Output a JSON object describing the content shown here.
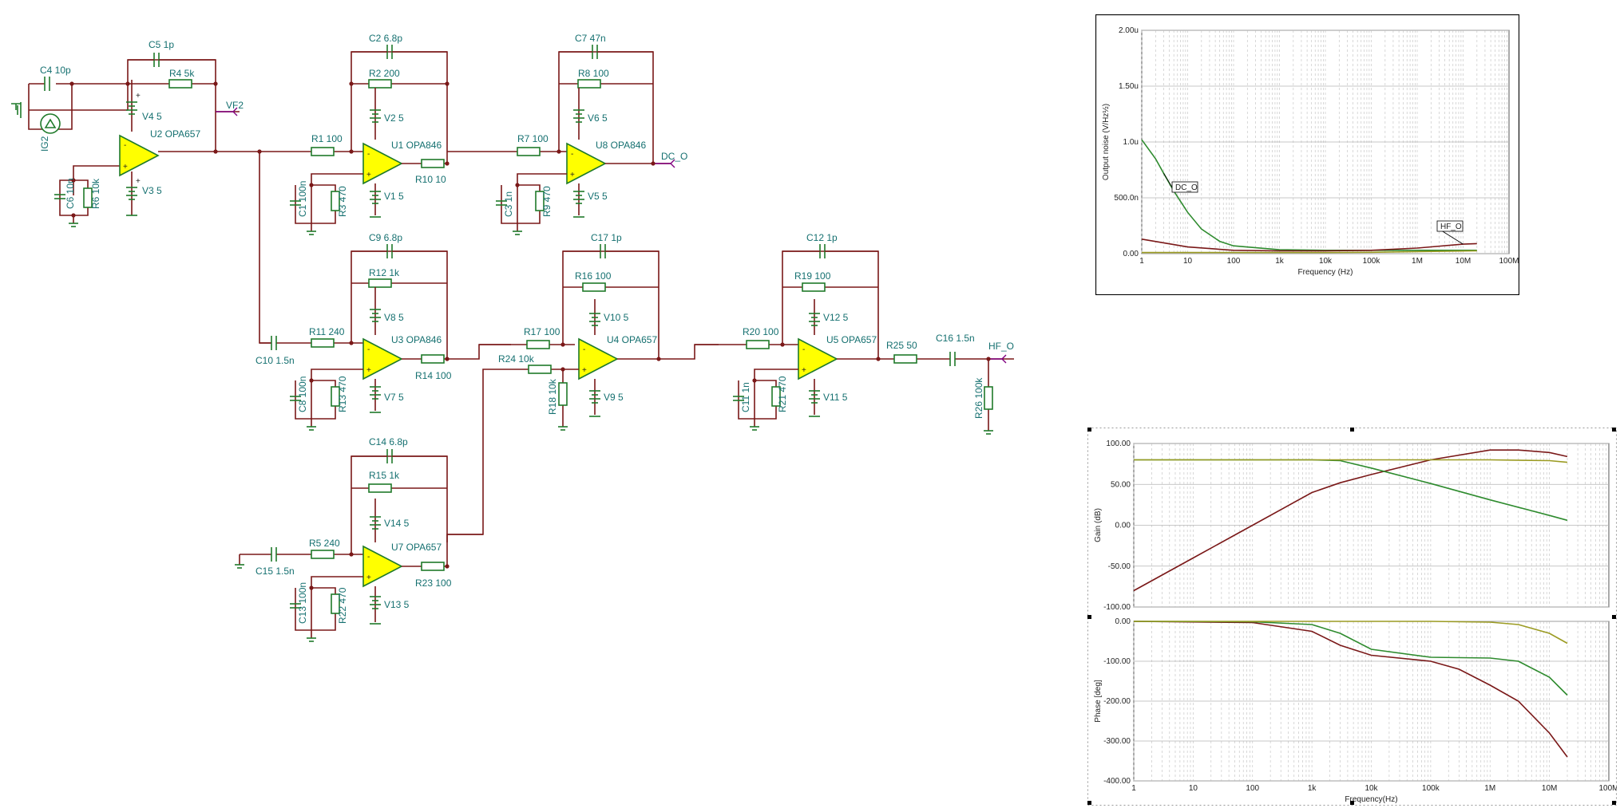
{
  "schematic": {
    "components": [
      {
        "id": "C4",
        "text": "C4 10p"
      },
      {
        "id": "C5",
        "text": "C5 1p"
      },
      {
        "id": "R4",
        "text": "R4 5k"
      },
      {
        "id": "V4",
        "text": "V4 5"
      },
      {
        "id": "U2",
        "text": "U2 OPA657"
      },
      {
        "id": "VF2",
        "text": "VF2"
      },
      {
        "id": "IG2",
        "text": "IG2"
      },
      {
        "id": "C6",
        "text": "C6 10n"
      },
      {
        "id": "R6",
        "text": "R6 10k"
      },
      {
        "id": "V3",
        "text": "V3 5"
      },
      {
        "id": "C2",
        "text": "C2 6.8p"
      },
      {
        "id": "R2",
        "text": "R2 200"
      },
      {
        "id": "V2",
        "text": "V2 5"
      },
      {
        "id": "R1",
        "text": "R1 100"
      },
      {
        "id": "U1",
        "text": "U1 OPA846"
      },
      {
        "id": "R10",
        "text": "R10 10"
      },
      {
        "id": "C1",
        "text": "C1 100n"
      },
      {
        "id": "R3",
        "text": "R3 470"
      },
      {
        "id": "V1",
        "text": "V1 5"
      },
      {
        "id": "C7",
        "text": "C7 47n"
      },
      {
        "id": "R8",
        "text": "R8 100"
      },
      {
        "id": "V6",
        "text": "V6 5"
      },
      {
        "id": "R7",
        "text": "R7 100"
      },
      {
        "id": "U8",
        "text": "U8 OPA846"
      },
      {
        "id": "DC_O",
        "text": "DC_O"
      },
      {
        "id": "C3",
        "text": "C3 1n"
      },
      {
        "id": "R9",
        "text": "R9 470"
      },
      {
        "id": "V5",
        "text": "V5 5"
      },
      {
        "id": "C9",
        "text": "C9 6.8p"
      },
      {
        "id": "R12",
        "text": "R12 1k"
      },
      {
        "id": "V8",
        "text": "V8 5"
      },
      {
        "id": "R11",
        "text": "R11 240"
      },
      {
        "id": "C10",
        "text": "C10 1.5n"
      },
      {
        "id": "U3",
        "text": "U3 OPA846"
      },
      {
        "id": "R14",
        "text": "R14 100"
      },
      {
        "id": "C8",
        "text": "C8 100n"
      },
      {
        "id": "R13",
        "text": "R13 470"
      },
      {
        "id": "V7",
        "text": "V7 5"
      },
      {
        "id": "C17",
        "text": "C17 1p"
      },
      {
        "id": "R16",
        "text": "R16 100"
      },
      {
        "id": "V10",
        "text": "V10 5"
      },
      {
        "id": "R17",
        "text": "R17 100"
      },
      {
        "id": "U4",
        "text": "U4 OPA657"
      },
      {
        "id": "R24",
        "text": "R24 10k"
      },
      {
        "id": "R18",
        "text": "R18 10k"
      },
      {
        "id": "V9",
        "text": "V9 5"
      },
      {
        "id": "C12",
        "text": "C12 1p"
      },
      {
        "id": "R19",
        "text": "R19 100"
      },
      {
        "id": "V12",
        "text": "V12 5"
      },
      {
        "id": "R20",
        "text": "R20 100"
      },
      {
        "id": "U5",
        "text": "U5 OPA657"
      },
      {
        "id": "R25",
        "text": "R25 50"
      },
      {
        "id": "C16",
        "text": "C16 1.5n"
      },
      {
        "id": "HF_O",
        "text": "HF_O"
      },
      {
        "id": "C11",
        "text": "C11 1n"
      },
      {
        "id": "R21",
        "text": "R21 470"
      },
      {
        "id": "V11",
        "text": "V11 5"
      },
      {
        "id": "R26",
        "text": "R26 100k"
      },
      {
        "id": "C14",
        "text": "C14 6.8p"
      },
      {
        "id": "R15",
        "text": "R15 1k"
      },
      {
        "id": "V14",
        "text": "V14 5"
      },
      {
        "id": "R5",
        "text": "R5 240"
      },
      {
        "id": "C15",
        "text": "C15 1.5n"
      },
      {
        "id": "U7",
        "text": "U7 OPA657"
      },
      {
        "id": "R23",
        "text": "R23 100"
      },
      {
        "id": "C13",
        "text": "C13 100n"
      },
      {
        "id": "R22",
        "text": "R22 470"
      },
      {
        "id": "V13",
        "text": "V13 5"
      }
    ],
    "colors": {
      "wire": "#7a1818",
      "component": "#1f7a2a",
      "label": "#157070",
      "opamp": "#ffff00",
      "probe": "#800080"
    }
  },
  "chart_data": [
    {
      "type": "line",
      "ylabel": "Output noise (V/Hz½)",
      "xlabel": "Frequency (Hz)",
      "x_scale": "log",
      "x_ticks": [
        "1",
        "10",
        "100",
        "1k",
        "10k",
        "100k",
        "1M",
        "10M",
        "100M"
      ],
      "y_ticks": [
        "0.00",
        "500.0n",
        "1.0u",
        "1.50u",
        "2.00u"
      ],
      "ylim": [
        0,
        2e-06
      ],
      "xlim": [
        1,
        100000000
      ],
      "series": [
        {
          "name": "DC_O",
          "color": "#2e8b2e",
          "x": [
            1,
            2,
            3,
            5,
            10,
            20,
            50,
            100,
            1000,
            10000,
            100000,
            1000000,
            20000000
          ],
          "y": [
            1.02e-06,
            8.5e-07,
            7.2e-07,
            5.6e-07,
            3.7e-07,
            2.2e-07,
            1.1e-07,
            7e-08,
            3.5e-08,
            3e-08,
            3e-08,
            3e-08,
            3e-08
          ]
        },
        {
          "name": "HF_O",
          "color": "#7a1818",
          "x": [
            1,
            10,
            100,
            1000,
            10000,
            100000,
            1000000,
            10000000,
            20000000
          ],
          "y": [
            1.3e-07,
            6e-08,
            3e-08,
            2.5e-08,
            2.5e-08,
            3e-08,
            5e-08,
            8.5e-08,
            9e-08
          ]
        },
        {
          "name": "",
          "color": "#9b9b22",
          "x": [
            1,
            10,
            100,
            1000,
            10000,
            100000,
            1000000,
            20000000
          ],
          "y": [
            1e-08,
            1e-08,
            1e-08,
            1e-08,
            1e-08,
            1.2e-08,
            1.8e-08,
            2.5e-08
          ]
        }
      ]
    },
    {
      "type": "line",
      "ylabel": "Gain (dB)",
      "x_scale": "log",
      "x_ticks": [
        "1",
        "10",
        "100",
        "1k",
        "10k",
        "100k",
        "1M",
        "10M",
        "100M"
      ],
      "y_ticks": [
        "100.00",
        "50.00",
        "0.00",
        "-50.00",
        "-100.00"
      ],
      "ylim": [
        -100,
        100
      ],
      "xlim": [
        1,
        100000000
      ],
      "series": [
        {
          "color": "#7a1818",
          "x": [
            1,
            10,
            100,
            1000,
            3000,
            10000,
            100000,
            1000000,
            3000000,
            10000000,
            20000000
          ],
          "y": [
            -80,
            -40,
            0,
            40,
            52,
            62,
            80,
            92,
            92,
            89,
            84
          ]
        },
        {
          "color": "#2e8b2e",
          "x": [
            1,
            1000,
            3000,
            10000,
            100000,
            1000000,
            10000000,
            20000000
          ],
          "y": [
            80,
            80,
            79,
            70,
            51,
            31,
            12,
            6
          ]
        },
        {
          "color": "#9b9b22",
          "x": [
            1,
            1000,
            100000,
            1000000,
            10000000,
            20000000
          ],
          "y": [
            80,
            80,
            80,
            80,
            79,
            77
          ]
        }
      ]
    },
    {
      "type": "line",
      "ylabel": "Phase [deg]",
      "xlabel": "Frequency(Hz)",
      "x_scale": "log",
      "x_ticks": [
        "1",
        "10",
        "100",
        "1k",
        "10k",
        "100k",
        "1M",
        "10M",
        "100M"
      ],
      "y_ticks": [
        "0.00",
        "-100.00",
        "-200.00",
        "-300.00",
        "-400.00"
      ],
      "ylim": [
        -400,
        0
      ],
      "xlim": [
        1,
        100000000
      ],
      "series": [
        {
          "color": "#7a1818",
          "x": [
            1,
            100,
            1000,
            3000,
            10000,
            100000,
            300000,
            1000000,
            3000000,
            10000000,
            20000000
          ],
          "y": [
            0,
            -3,
            -25,
            -60,
            -85,
            -100,
            -120,
            -160,
            -200,
            -280,
            -340
          ]
        },
        {
          "color": "#2e8b2e",
          "x": [
            1,
            100,
            1000,
            3000,
            10000,
            100000,
            1000000,
            3000000,
            10000000,
            20000000
          ],
          "y": [
            0,
            -1,
            -8,
            -30,
            -70,
            -90,
            -92,
            -100,
            -140,
            -185
          ]
        },
        {
          "color": "#9b9b22",
          "x": [
            1,
            100000,
            1000000,
            3000000,
            10000000,
            20000000
          ],
          "y": [
            0,
            0,
            -2,
            -8,
            -30,
            -55
          ]
        }
      ]
    }
  ]
}
